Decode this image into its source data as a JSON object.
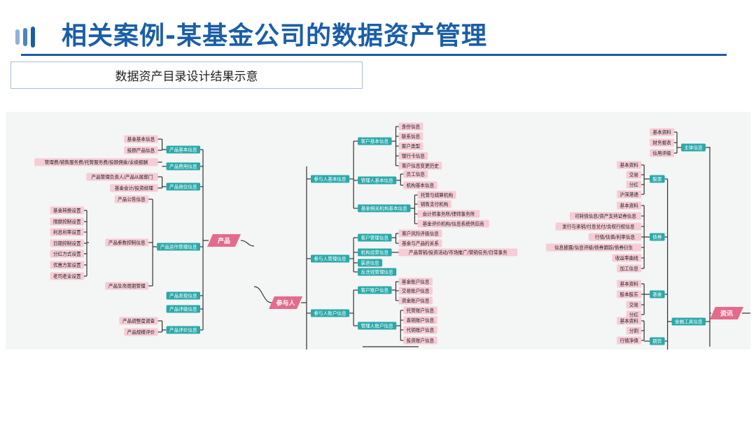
{
  "slide": {
    "title": "相关案例-某基金公司的数据资产管理",
    "subtitle": "数据资产目录设计结果示意"
  },
  "colors": {
    "title_blue": "#1a5ea8",
    "rule_blue": "#1a5ea8",
    "leaf_pink": "#f6ccd6",
    "branch_teal": "#2aa9a9",
    "root_pink": "#e46b8c",
    "line_dark": "#333333",
    "canvas_bg": "#f4f5f5"
  },
  "mindmap": {
    "product": {
      "root": "产品",
      "branches": [
        {
          "label": "产品基本信息",
          "leaves": [
            "基金基本信息",
            "投顾产品信息"
          ]
        },
        {
          "label": "产品费用信息",
          "leaves": [
            "管理费/销售服务费/托管服务费/投顾佣金/业绩报酬"
          ]
        },
        {
          "label": "产品岗位信息",
          "leaves": [
            "产品管理负责人/产品从属部门",
            "基金会计/投资经理"
          ]
        },
        {
          "label": "产品运作管理信息",
          "leaves": [
            "产品公告信息",
            "产品参数控制信息",
            "产品生命周期管理"
          ],
          "subleaves": [
            "基金转换设置",
            "限额控制设置",
            "利息利率设置",
            "日期控制设置",
            "分红方式设置",
            "优惠方案设置",
            "老司老业设置"
          ]
        },
        {
          "label": "产品表现信息",
          "leaves": []
        },
        {
          "label": "产品评级信息",
          "leaves": []
        },
        {
          "label": "产品评价信息",
          "leaves": [
            "产品调整度调查",
            "产品规模评价"
          ]
        }
      ]
    },
    "participant": {
      "root": "参与人",
      "branches": [
        {
          "label": "参与人基本信息",
          "groups": [
            {
              "label": "客户基本信息",
              "leaves": [
                "身份信息",
                "联系信息",
                "客户类型",
                "银行卡信息",
                "客户信息变更历史"
              ]
            },
            {
              "label": "管理人基本信息",
              "leaves": [
                "员工信息",
                "机构基本信息"
              ]
            },
            {
              "label": "基金相关机构基本信息",
              "leaves": [
                "托管与结算机构",
                "销售支付机构",
                "会计师事务所/律师事务所",
                "基金评价机构/信息系统供应商"
              ]
            }
          ]
        },
        {
          "label": "参与人管理信息",
          "groups": [
            {
              "label": "客户管理信息",
              "leaves": [
                "客户风险评级信息",
                "基金与产品的关系"
              ]
            },
            {
              "label": "机构运营信息",
              "leaves": [
                "产品营销/投资活动/市场推广/营销任务/日常事务"
              ]
            },
            {
              "label": "渠道信息",
              "leaves": []
            },
            {
              "label": "反洗钱管理信息",
              "leaves": []
            }
          ]
        },
        {
          "label": "参与人账户信息",
          "groups": [
            {
              "label": "客户账户信息",
              "leaves": [
                "基金账户信息",
                "交易账户信息",
                "资金账户信息"
              ]
            },
            {
              "label": "管理人账户信息",
              "leaves": [
                "托管账户信息",
                "直销账户信息",
                "代销账户信息",
                "投资账户信息"
              ]
            }
          ]
        }
      ]
    },
    "asset": {
      "root": "资讯",
      "branches": [
        {
          "label": "主体信息",
          "leaves": [
            "基本资料",
            "财务报表",
            "信用评级"
          ]
        },
        {
          "label": "金融工具信息",
          "groups": [
            {
              "label": "股票",
              "leaves": [
                "基本资料",
                "交易",
                "分红",
                "沪深港通"
              ]
            },
            {
              "label": "债券",
              "leaves": [
                "基本资料",
                "可转债信息/资产支持证券信息",
                "发行与承销/付息兑付/含权行权信息",
                "行情/估值/利率信息",
                "信息披露/信息评级/债券跟踪/债券衍生",
                "收益率曲线",
                "加工信息"
              ]
            },
            {
              "label": "基金",
              "leaves": [
                "基本资料",
                "股本股东",
                "交易",
                "分红"
              ]
            },
            {
              "label": "期货",
              "leaves": [
                "基本资料",
                "分割",
                "行情净值"
              ]
            }
          ]
        }
      ]
    }
  }
}
